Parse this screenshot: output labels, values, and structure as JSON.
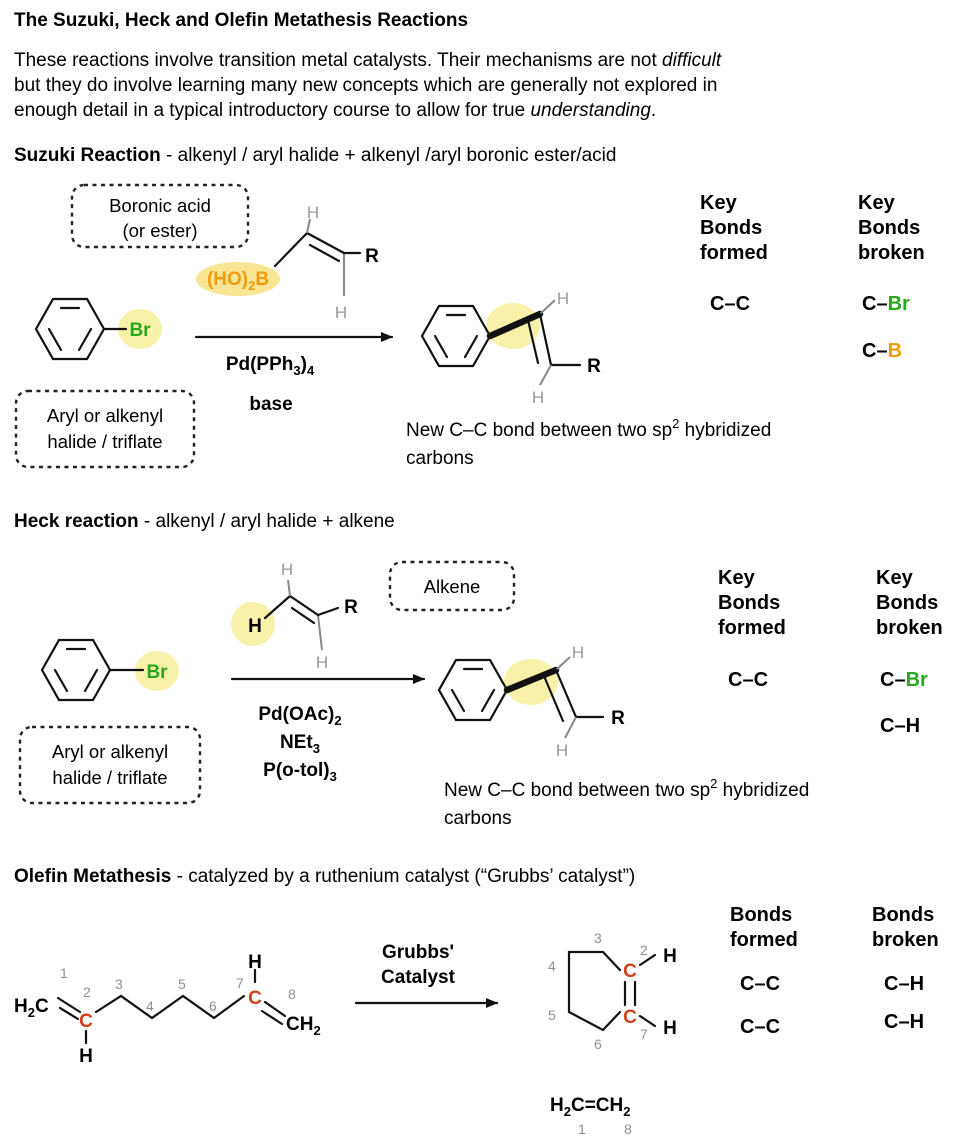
{
  "title": "The Suzuki, Heck and Olefin Metathesis Reactions",
  "intro": {
    "line1": "These reactions involve transition metal catalysts. Their mechanisms are not",
    "line1_em": "difficult",
    "line2": "but they do involve learning many new concepts which are generally not explored in",
    "line3": "enough detail in a typical introductory course to allow for true",
    "line3_em": "understanding",
    "line3_end": "."
  },
  "suzuki": {
    "name": "Suzuki Reaction",
    "desc": " - alkenyl / aryl halide + alkenyl /aryl boronic ester/acid",
    "box_boronic_1": "Boronic acid",
    "box_boronic_2": "(or ester)",
    "box_halide_1": "Aryl or alkenyl",
    "box_halide_2": "halide / triflate",
    "reagent_ho": "(HO)",
    "reagent_2": "2",
    "reagent_b": "B",
    "atom_br": "Br",
    "atom_h": "H",
    "atom_r": "R",
    "cond_1": "Pd(PPh",
    "cond_1_sub": "3",
    "cond_1_end": ")",
    "cond_1_sub2": "4",
    "cond_2": "base",
    "note_1": "New C–C bond between two sp",
    "note_sup": "2",
    "note_1_end": " hybridized",
    "note_2": "carbons",
    "formed_hdr": [
      "Key",
      "Bonds",
      "formed"
    ],
    "broken_hdr": [
      "Key",
      "Bonds",
      "broken"
    ],
    "formed": [
      "C–C"
    ],
    "broken_1_a": "C–",
    "broken_1_b": "Br",
    "broken_2_a": "C–",
    "broken_2_b": "B"
  },
  "heck": {
    "name": "Heck reaction",
    "desc": " - alkenyl / aryl halide + alkene",
    "box_alkene": "Alkene",
    "box_halide_1": "Aryl or alkenyl",
    "box_halide_2": "halide / triflate",
    "atom_br": "Br",
    "atom_h": "H",
    "atom_r": "R",
    "cond_1": "Pd(OAc)",
    "cond_1_sub": "2",
    "cond_2": "NEt",
    "cond_2_sub": "3",
    "cond_3": "P(o-tol)",
    "cond_3_sub": "3",
    "note_1": "New C–C bond between two sp",
    "note_sup": "2",
    "note_1_end": " hybridized",
    "note_2": "carbons",
    "formed_hdr": [
      "Key",
      "Bonds",
      "formed"
    ],
    "broken_hdr": [
      "Key",
      "Bonds",
      "broken"
    ],
    "formed": [
      "C–C"
    ],
    "broken_1_a": "C–",
    "broken_1_b": "Br",
    "broken_2": "C–H"
  },
  "metathesis": {
    "name": "Olefin Metathesis",
    "desc": " - catalyzed by a ruthenium catalyst (“Grubbs’ catalyst”)",
    "cat_1": "Grubbs'",
    "cat_2": "Catalyst",
    "h2c_h": "H",
    "h2c_2": "2",
    "h2c_c": "C",
    "ch2_c": "CH",
    "ch2_2": "2",
    "atom_c": "C",
    "atom_h": "H",
    "numbers": [
      "1",
      "2",
      "3",
      "4",
      "5",
      "6",
      "7",
      "8"
    ],
    "ethylene_a": "H",
    "ethylene_a2": "2",
    "ethylene_b": "C=CH",
    "ethylene_b2": "2",
    "formed_hdr": [
      "Bonds",
      "formed"
    ],
    "broken_hdr": [
      "Bonds",
      "broken"
    ],
    "formed": [
      "C–C",
      "C–C"
    ],
    "broken": [
      "C–H",
      "C–H"
    ]
  }
}
